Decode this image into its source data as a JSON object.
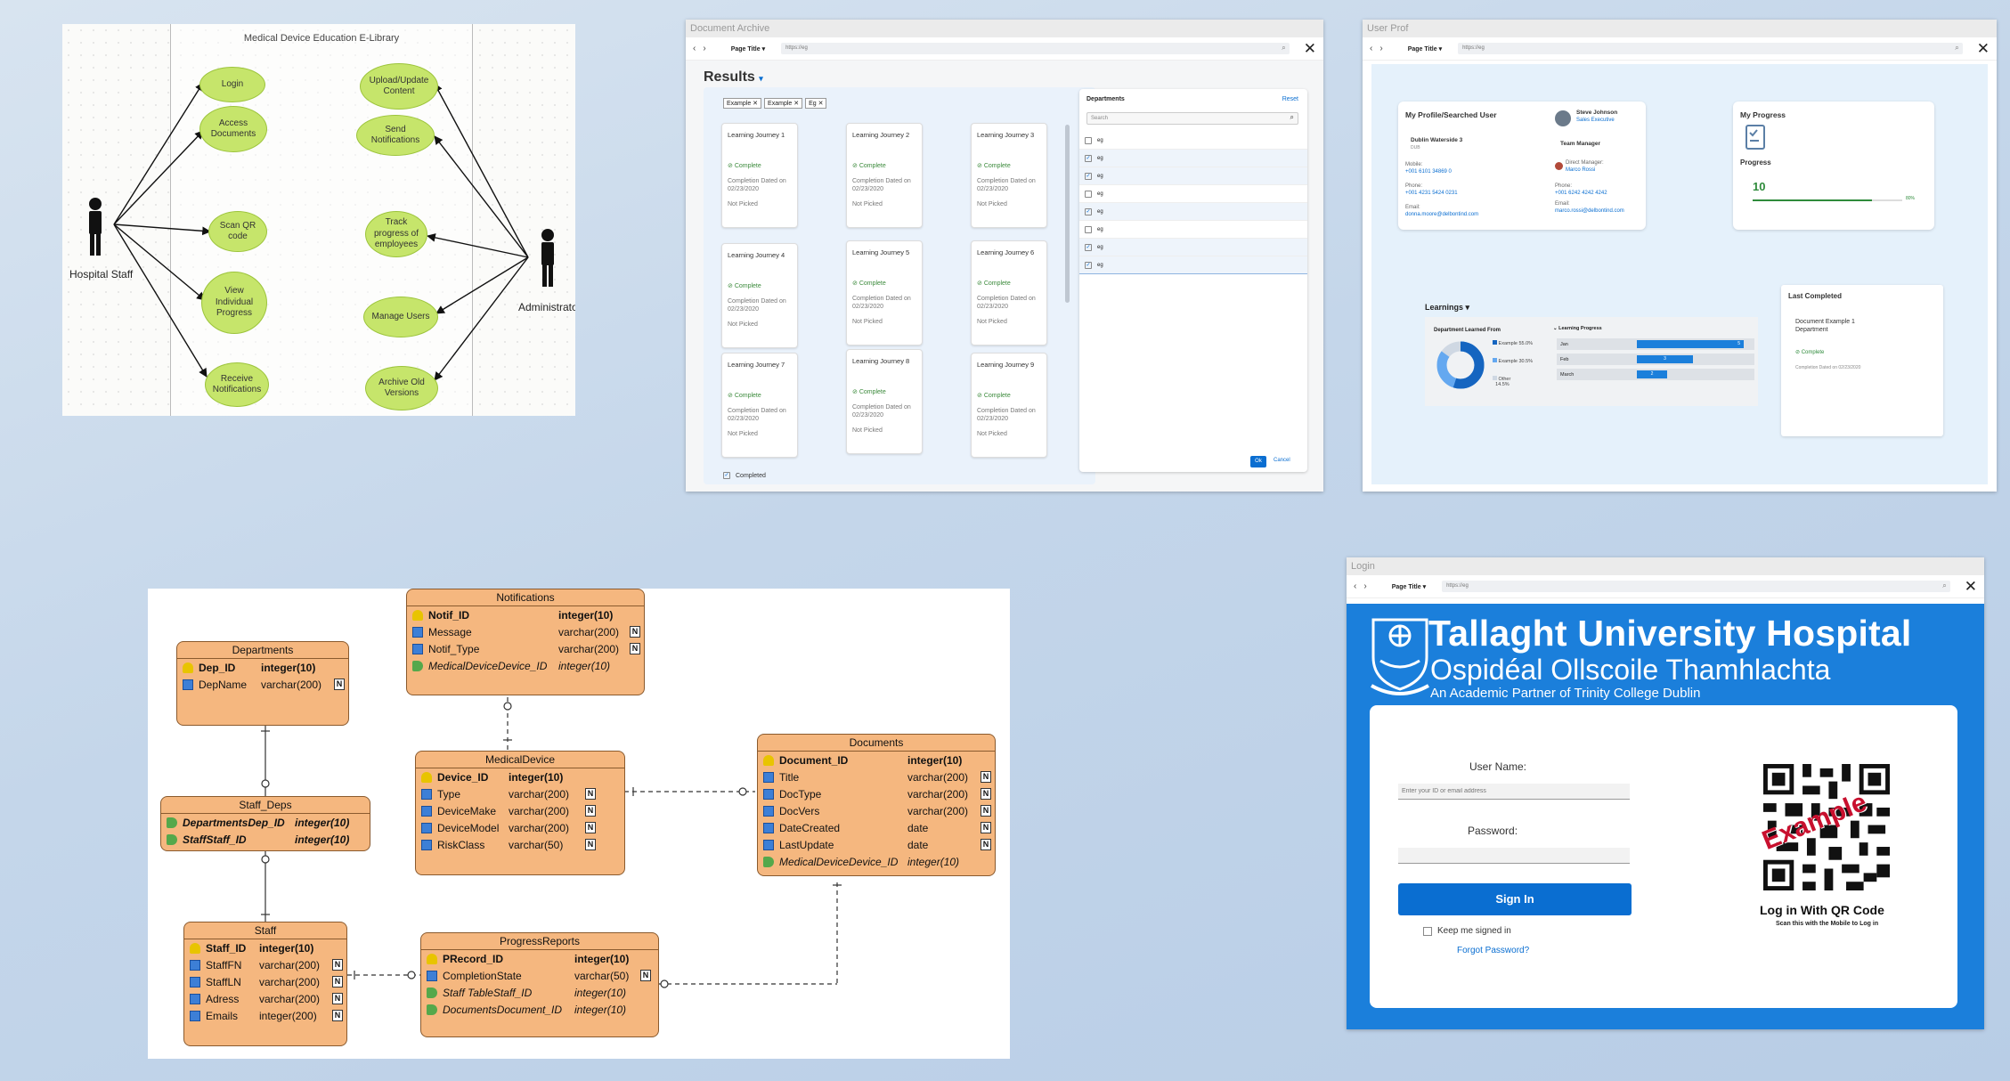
{
  "usecase": {
    "title": "Medical Device Education E-Library",
    "actors": [
      "Hospital Staff",
      "Administrator"
    ],
    "staff_cases": [
      "Login",
      "Access Documents",
      "Scan QR code",
      "View Individual Progress",
      "Receive Notifications"
    ],
    "admin_cases": [
      "Upload/Update Content",
      "Send Notifications",
      "Track progress of employees",
      "Manage Users",
      "Archive Old Versions"
    ]
  },
  "archive": {
    "window_title": "Document Archive",
    "page_title": "Page Title ▾",
    "url": "https://eg",
    "results_title": "Results",
    "tokens": [
      "Example",
      "Example",
      "Eg"
    ],
    "cards": [
      {
        "title": "Learning Journey 1",
        "status": "Complete",
        "date": "Completion Dated on 02/23/2020",
        "note": "Not Picked"
      },
      {
        "title": "Learning Journey 2",
        "status": "Complete",
        "date": "Completion Dated on 02/23/2020",
        "note": "Not Picked"
      },
      {
        "title": "Learning Journey 3",
        "status": "Complete",
        "date": "Completion Dated on 02/23/2020",
        "note": "Not Picked"
      },
      {
        "title": "Learning Journey 4",
        "status": "Complete",
        "date": "Completion Dated on 02/23/2020",
        "note": "Not Picked"
      },
      {
        "title": "Learning Journey 5",
        "status": "Complete",
        "date": "Completion Dated on 02/23/2020",
        "note": "Not Picked"
      },
      {
        "title": "Learning Journey 6",
        "status": "Complete",
        "date": "Completion Dated on 02/23/2020",
        "note": "Not Picked"
      },
      {
        "title": "Learning Journey 7",
        "status": "Complete",
        "date": "Completion Dated on 02/23/2020",
        "note": "Not Picked"
      },
      {
        "title": "Learning Journey 8",
        "status": "Complete",
        "date": "Completion Dated on 02/23/2020",
        "note": "Not Picked"
      },
      {
        "title": "Learning Journey 9",
        "status": "Complete",
        "date": "Completion Dated on 02/23/2020",
        "note": "Not Picked"
      }
    ],
    "completed_label": "Completed",
    "filter": {
      "title": "Departments",
      "reset": "Reset",
      "search_placeholder": "Search",
      "items": [
        "eg",
        "eg",
        "eg",
        "eg",
        "eg",
        "eg",
        "eg",
        "eg"
      ],
      "checked": [
        false,
        true,
        true,
        false,
        true,
        false,
        true,
        true
      ],
      "ok": "Ok",
      "cancel": "Cancel"
    }
  },
  "profile": {
    "window_title": "User Prof",
    "page_title": "Page Title ▾",
    "url": "https://eg",
    "card_title": "My Profile/Searched User",
    "user_name": "Steve Johnson",
    "user_role": "Sales Executive",
    "location": "Dublin Waterside 3",
    "location_sub": "DUB",
    "team_role": "Team Manager",
    "mobile_label": "Mobile:",
    "mobile": "+001 6101 34869 0",
    "phone_label": "Phone:",
    "phone": "+001 4231 5424 0231",
    "email_label": "Email:",
    "email": "donna.moore@delbontind.com",
    "manager_label": "Direct Manager:",
    "manager": "Marco Rossi",
    "manager_phone_label": "Phone:",
    "manager_phone": "+001 6242 4242 4242",
    "manager_email_label": "Email:",
    "manager_email": "marco.rossi@delbontind.com",
    "progress_title": "My Progress",
    "progress_label": "Progress",
    "progress_value": "10",
    "progress_percent": "80%",
    "progress_fraction": 0.8,
    "learnings_title": "Learnings ▾",
    "dept_from": "Department Learned From",
    "donut": [
      {
        "label": "Example",
        "value": "55.0%",
        "color": "#1565c0"
      },
      {
        "label": "Example",
        "value": "30.5%",
        "color": "#64a8f0"
      },
      {
        "label": "Other",
        "value": "14.5%",
        "color": "#cfd8e3"
      }
    ],
    "learning_progress": "Learning Progress",
    "months": [
      {
        "m": "Jan",
        "v": "5",
        "f": 0.95
      },
      {
        "m": "Feb",
        "v": "3",
        "f": 0.5
      },
      {
        "m": "March",
        "v": "2",
        "f": 0.27
      }
    ],
    "last_completed_title": "Last Completed",
    "last_doc": "Document Example 1",
    "last_dept": "Department",
    "last_status": "Complete",
    "last_date": "Completion Dated on 02/23/2020"
  },
  "er": {
    "notifications": {
      "name": "Notifications",
      "rows": [
        {
          "f": "Notif_ID",
          "t": "integer(10)",
          "k": "key",
          "n": false
        },
        {
          "f": "Message",
          "t": "varchar(200)",
          "k": "col",
          "n": true
        },
        {
          "f": "Notif_Type",
          "t": "varchar(200)",
          "k": "col",
          "n": true
        },
        {
          "f": "MedicalDeviceDevice_ID",
          "t": "integer(10)",
          "k": "fk",
          "n": false
        }
      ]
    },
    "departments": {
      "name": "Departments",
      "rows": [
        {
          "f": "Dep_ID",
          "t": "integer(10)",
          "k": "key",
          "n": false
        },
        {
          "f": "DepName",
          "t": "varchar(200)",
          "k": "col",
          "n": true
        }
      ]
    },
    "staff_deps": {
      "name": "Staff_Deps",
      "rows": [
        {
          "f": "DepartmentsDep_ID",
          "t": "integer(10)",
          "k": "fk",
          "n": false
        },
        {
          "f": "StaffStaff_ID",
          "t": "integer(10)",
          "k": "fk",
          "n": false
        }
      ]
    },
    "medicaldevice": {
      "name": "MedicalDevice",
      "rows": [
        {
          "f": "Device_ID",
          "t": "integer(10)",
          "k": "key",
          "n": false
        },
        {
          "f": "Type",
          "t": "varchar(200)",
          "k": "col",
          "n": true
        },
        {
          "f": "DeviceMake",
          "t": "varchar(200)",
          "k": "col",
          "n": true
        },
        {
          "f": "DeviceModel",
          "t": "varchar(200)",
          "k": "col",
          "n": true
        },
        {
          "f": "RiskClass",
          "t": "varchar(50)",
          "k": "col",
          "n": true
        }
      ]
    },
    "documents": {
      "name": "Documents",
      "rows": [
        {
          "f": "Document_ID",
          "t": "integer(10)",
          "k": "key",
          "n": false
        },
        {
          "f": "Title",
          "t": "varchar(200)",
          "k": "col",
          "n": true
        },
        {
          "f": "DocType",
          "t": "varchar(200)",
          "k": "col",
          "n": true
        },
        {
          "f": "DocVers",
          "t": "varchar(200)",
          "k": "col",
          "n": true
        },
        {
          "f": "DateCreated",
          "t": "date",
          "k": "col",
          "n": true
        },
        {
          "f": "LastUpdate",
          "t": "date",
          "k": "col",
          "n": true
        },
        {
          "f": "MedicalDeviceDevice_ID",
          "t": "integer(10)",
          "k": "fk",
          "n": false
        }
      ]
    },
    "staff": {
      "name": "Staff",
      "rows": [
        {
          "f": "Staff_ID",
          "t": "integer(10)",
          "k": "key",
          "n": false
        },
        {
          "f": "StaffFN",
          "t": "varchar(200)",
          "k": "col",
          "n": true
        },
        {
          "f": "StaffLN",
          "t": "varchar(200)",
          "k": "col",
          "n": true
        },
        {
          "f": "Adress",
          "t": "varchar(200)",
          "k": "col",
          "n": true
        },
        {
          "f": "Emails",
          "t": "integer(200)",
          "k": "col",
          "n": true
        }
      ]
    },
    "progressreports": {
      "name": "ProgressReports",
      "rows": [
        {
          "f": "PRecord_ID",
          "t": "integer(10)",
          "k": "key",
          "n": false
        },
        {
          "f": "CompletionState",
          "t": "varchar(50)",
          "k": "col",
          "n": true
        },
        {
          "f": "Staff TableStaff_ID",
          "t": "integer(10)",
          "k": "fk",
          "n": false
        },
        {
          "f": "DocumentsDocument_ID",
          "t": "integer(10)",
          "k": "fk",
          "n": false
        }
      ]
    },
    "null_mark": "N"
  },
  "login": {
    "window_title": "Login",
    "page_title": "Page Title ▾",
    "url": "https://eg",
    "hospital": "Tallaght University Hospital",
    "irish": "Ospidéal Ollscoile Thamhlachta",
    "partner": "An Academic Partner of Trinity College Dublin",
    "user_label": "User Name:",
    "user_placeholder": "Enter your ID or email address",
    "pass_label": "Password:",
    "sign_in": "Sign In",
    "keep": "Keep me signed in",
    "forgot": "Forgot Password?",
    "qr_stamp": "Example",
    "qr_title": "Log in With QR Code",
    "qr_sub": "Scan this with the Mobile to Log in"
  }
}
